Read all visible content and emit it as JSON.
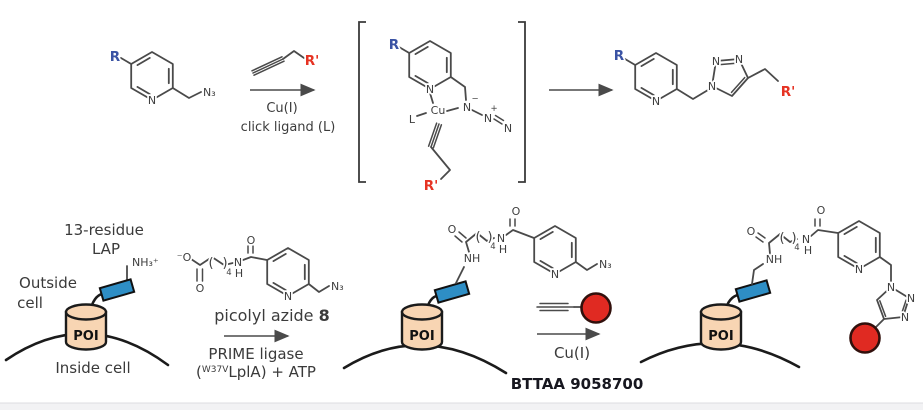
{
  "colors": {
    "bond": "#4a4a4a",
    "ink": "#1b1b1b",
    "blue_substituent": "#3a53a4",
    "red_substituent": "#e63323",
    "fluorophore": "#e02a22",
    "lap_tag": "#2e8ec5",
    "poi_fill": "#f8d5b3"
  },
  "top": {
    "reactant": {
      "r": "R",
      "ring_n": "N",
      "azide": "N₃"
    },
    "alkyne": {
      "r_prime": "R'"
    },
    "step": {
      "line1": "Cu(I)",
      "line2": "click ligand (L)"
    },
    "complex": {
      "r": "R",
      "ring_n": "N",
      "ligand": "L",
      "cu": "Cu",
      "azide_n1": "N",
      "azide_n1_charge": "−",
      "azide_n2": "N",
      "azide_n2_charge": "+",
      "azide_n3": "N",
      "r_prime": "R'"
    },
    "product": {
      "r": "R",
      "ring_n": "N",
      "triazole_n1": "N",
      "triazole_n2": "N",
      "triazole_n3": "N",
      "r_prime": "R'"
    }
  },
  "bottom": {
    "cell": {
      "lap_line1": "13-residue",
      "lap_line2": "LAP",
      "amine": "NH₃⁺",
      "outside_line1": "Outside",
      "outside_line2": "cell",
      "poi": "POI",
      "inside": "Inside cell"
    },
    "probe": {
      "carboxylate": "⁻O",
      "carboxyl_o": "O",
      "paren_open": "(",
      "paren_close": ")",
      "subscript4": "4",
      "amide_n": "N",
      "amide_h": "H",
      "amide_o": "O",
      "ring_n": "N",
      "azide": "N₃",
      "caption": "picolyl azide ",
      "caption_number": "8"
    },
    "ligation": {
      "line1": "PRIME ligase",
      "line2_open": "(",
      "line2_sup": "W37V",
      "line2_rest": "LplA) + ATP"
    },
    "conjugate1": {
      "poi": "POI",
      "nh": "NH",
      "amide1_o": "O",
      "paren_open": "(",
      "paren_close": ")",
      "subscript4": "4",
      "amide2_n": "N",
      "amide2_h": "H",
      "amide2_o": "O",
      "ring_n": "N",
      "azide": "N₃"
    },
    "click_step": {
      "cu": "Cu(I)",
      "caption": "BTTAA  9058700"
    },
    "conjugate2": {
      "poi": "POI",
      "nh": "NH",
      "amide1_o": "O",
      "paren_open": "(",
      "paren_close": ")",
      "subscript4": "4",
      "amide2_n": "N",
      "amide2_h": "H",
      "amide2_o": "O",
      "ring_n": "N",
      "triazole_n1": "N",
      "triazole_n2": "N",
      "triazole_n3": "N"
    }
  }
}
